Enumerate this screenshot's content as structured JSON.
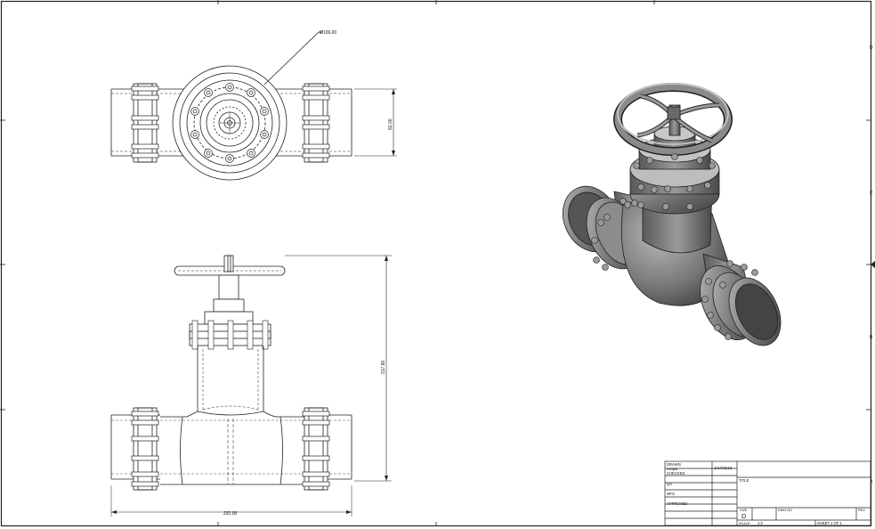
{
  "drawing": {
    "dimensions": {
      "diameter": "Ø106.00",
      "flange_height": "62.00",
      "overall_height": "217.80",
      "overall_length": "232.00"
    },
    "zone_labels": [
      "D",
      "C",
      "B",
      "A"
    ],
    "title_block": {
      "drawn_label": "DRAWN",
      "drawn_by": "cooper",
      "drawn_date": "1/17/2010",
      "checked_label": "CHECKED",
      "qa_label": "QA",
      "mfg_label": "MFG",
      "approved_label": "APPROVED",
      "title_label": "TITLE",
      "size_label": "SIZE",
      "size_value": "D",
      "dwg_no_label": "DWG NO",
      "rev_label": "REV",
      "scale_label": "SCALE",
      "scale_value": "1:2",
      "sheet_label": "SHEET",
      "sheet_value": "SHEET 1  OF 1"
    }
  }
}
